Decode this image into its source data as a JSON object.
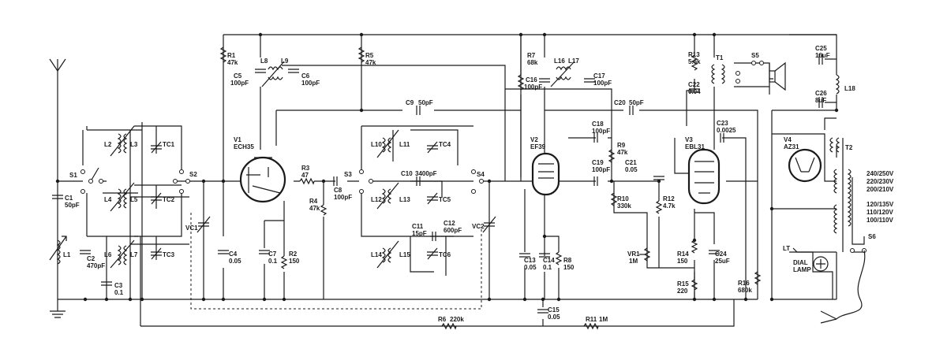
{
  "labels": {
    "L1": "L1",
    "C1": "C1",
    "C1v": "50pF",
    "C2": "C2",
    "C2v": "470pF",
    "C3": "C3",
    "C3v": "0.1",
    "S1": "S1",
    "S2": "S2",
    "L2": "L2",
    "L3": "L3",
    "L4": "L4",
    "L5": "L5",
    "L6": "L6",
    "L7": "L7",
    "TC1": "TC1",
    "TC2": "TC2",
    "TC3": "TC3",
    "VC1": "VC1",
    "R1": "R1",
    "R1v": "47k",
    "L8": "L8",
    "L9": "L9",
    "C5": "C5",
    "C5v": "100pF",
    "C6": "C6",
    "C6v": "100pF",
    "R5": "R5",
    "R5v": "47k",
    "V1": "V1",
    "V1t": "ECH35",
    "R3": "R3",
    "R3v": "47",
    "R4": "R4",
    "R4v": "47k",
    "C8": "C8",
    "C8v": "100pF",
    "S3": "S3",
    "S4": "S4",
    "C9": "C9",
    "C9v": "50pF",
    "L10": "L10",
    "L11": "L11",
    "L12": "L12",
    "L13": "L13",
    "L14": "L14",
    "L15": "L15",
    "TC4": "TC4",
    "TC5": "TC5",
    "TC6": "TC6",
    "C10": "C10",
    "C10v": "3400pF",
    "C11": "C11",
    "C11v": "15pF",
    "C12": "C12",
    "C12v": "600pF",
    "VC2": "VC2",
    "C4": "C4",
    "C4v": "0.05",
    "C7": "C7",
    "C7v": "0.1",
    "R2": "R2",
    "R2v": "150",
    "R6": "R6",
    "R6v": "220k",
    "R7": "R7",
    "R7v": "68k",
    "L16": "L16",
    "L17": "L17",
    "C16": "C16",
    "C16v": "100pF",
    "C17": "C17",
    "C17v": "100pF",
    "V2": "V2",
    "V2t": "EF39",
    "C18": "C18",
    "C18v": "100pF",
    "R9": "R9",
    "R9v": "47k",
    "C19": "C19",
    "C19v": "100pF",
    "C21": "C21",
    "C21v": "0.05",
    "R10": "R10",
    "R10v": "330k",
    "R12": "R12",
    "R12v": "4.7k",
    "C13": "C13",
    "C13v": "0.05",
    "C14": "C14",
    "C14v": "0.1",
    "R8": "R8",
    "R8v": "150",
    "C15": "C15",
    "C15v": "0.05",
    "R11": "R11",
    "R11v": "1M",
    "VR1": "VR1",
    "VR1v": "1M",
    "C20": "C20",
    "C20v": "50pF",
    "R13": "R13",
    "R13v": "5.6k",
    "T1": "T1",
    "S5": "S5",
    "C22": "C22",
    "C22v": "0.04",
    "V3": "V3",
    "V3t": "EBL31",
    "C23": "C23",
    "C23v": "0.0025",
    "R14": "R14",
    "R14v": "150",
    "R15": "R15",
    "R15v": "220",
    "C24": "C24",
    "C24v": "25uF",
    "R16": "R16",
    "R16v": "680k",
    "C25": "C25",
    "C25v": "16uF",
    "C26": "C26",
    "C26v": "8uF",
    "L18": "L18",
    "V4": "V4",
    "V4t": "AZ31",
    "T2": "T2",
    "tap1": "240/250V",
    "tap2": "220/230V",
    "tap3": "200/210V",
    "tap4": "120/135V",
    "tap5": "110/120V",
    "tap6": "100/110V",
    "S6": "S6",
    "LT": "LT",
    "DIAL": "DIAL",
    "LAMP": "LAMP"
  }
}
